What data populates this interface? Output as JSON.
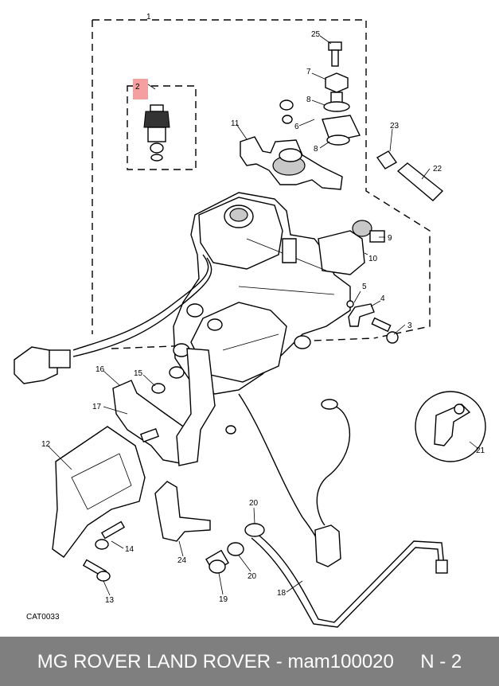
{
  "callouts": {
    "c1": "1",
    "c2": "2",
    "c3": "3",
    "c4": "4",
    "c5": "5",
    "c7": "7",
    "c8a": "8",
    "c6": "6",
    "c8b": "8",
    "c9": "9",
    "c10": "10",
    "c11": "11",
    "c12": "12",
    "c13": "13",
    "c14": "14",
    "c15": "15",
    "c16": "16",
    "c17": "17",
    "c18": "18",
    "c19": "19",
    "c20a": "20",
    "c20b": "20",
    "c21": "21",
    "c22": "22",
    "c23": "23",
    "c24": "24",
    "c25": "25"
  },
  "catalog_ref": "CAT0033",
  "footer": {
    "brand": "MG ROVER LAND ROVER - mam100020",
    "page": "N - 2"
  },
  "colors": {
    "highlight": "#f4a0a0",
    "footer_bg": "#7f7f7f",
    "footer_text": "#ffffff",
    "line": "#000000"
  }
}
